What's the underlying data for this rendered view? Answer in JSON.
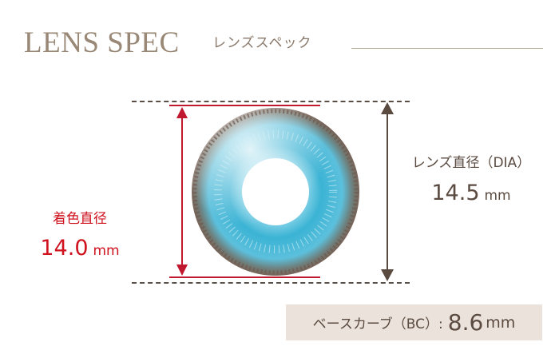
{
  "header": {
    "title_en": "LENS SPEC",
    "title_jp": "レンズスペック"
  },
  "lens_diameter": {
    "label": "レンズ直径（DIA）",
    "value": "14.5",
    "unit": "mm"
  },
  "color_diameter": {
    "label": "着色直径",
    "value": "14.0",
    "unit": "mm"
  },
  "base_curve": {
    "label": "ベースカーブ（BC）:",
    "value": "8.6",
    "unit": "mm"
  },
  "colors": {
    "accent_red": "#c0182e",
    "brown": "#5a4a40",
    "title": "#9a8876",
    "bc_background": "#ebe3db",
    "lens_blue": "#3bb3d4"
  }
}
